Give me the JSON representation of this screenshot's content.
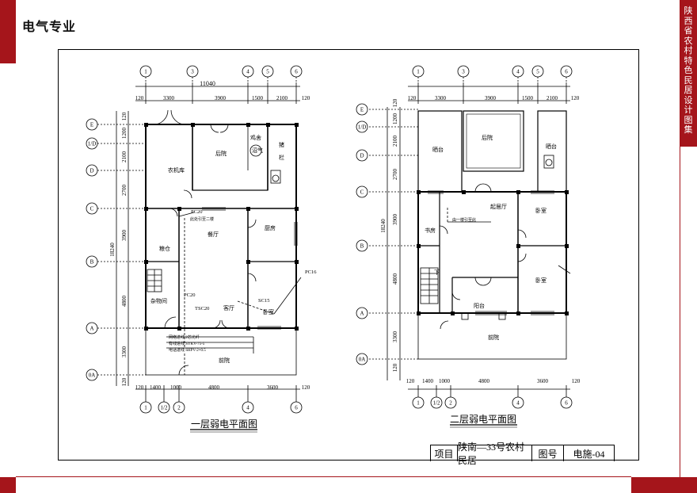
{
  "header": {
    "title": "电气专业",
    "side_label": "陕西省农村特色民居设计图集"
  },
  "colors": {
    "accent": "#a5151b"
  },
  "plan1": {
    "caption": "一层弱电平面图",
    "top_dims": [
      "120",
      "3300",
      "3900",
      "1500",
      "2100",
      "120"
    ],
    "total_width": "11040",
    "bottom_dims": [
      "120",
      "1400",
      "1000",
      "4800",
      "3600",
      "120"
    ],
    "left_dims": [
      "120",
      "1200",
      "2100",
      "2700",
      "3900",
      "4800",
      "3300",
      "120"
    ],
    "total_height": "18240",
    "col_axes": [
      "1",
      "3",
      "4",
      "5",
      "6"
    ],
    "bottom_axes": [
      "1",
      "1/2",
      "2",
      "4",
      "6"
    ],
    "row_axes": [
      "E",
      "1/D",
      "D",
      "C",
      "B",
      "A",
      "0A"
    ],
    "rooms": {
      "garage": "农机库",
      "backyard": "后院",
      "coop": "鸡舍",
      "biogas": "沼气",
      "pigpen": "猪",
      "pigpen2": "栏",
      "granary": "粮仓",
      "dining": "餐厅",
      "kitchen": "厨房",
      "storage": "杂物间",
      "living": "客厅",
      "bedroom": "卧室",
      "frontyard": "前院"
    },
    "annotations": {
      "pc20_top": "PC20",
      "pc20_note": "此处引至二楼",
      "pc16": "PC16",
      "pc20_mid": "PC20",
      "tsc20": "TSC20",
      "sc15": "SC15",
      "cable1": "网络进线   2芯光纤",
      "cable2": "有线进线  SYKV-75-5",
      "cable3": "电话进线  SHPV-2×0.5"
    }
  },
  "plan2": {
    "caption": "二层弱电平面图",
    "top_dims": [
      "120",
      "3300",
      "3900",
      "1500",
      "2100",
      "120"
    ],
    "bottom_dims": [
      "120",
      "1400",
      "1000",
      "4800",
      "3600",
      "120"
    ],
    "left_dims": [
      "120",
      "1200",
      "2100",
      "2700",
      "3900",
      "4800",
      "3300",
      "120"
    ],
    "total_height": "18240",
    "col_axes": [
      "1",
      "3",
      "4",
      "5",
      "6"
    ],
    "bottom_axes": [
      "1",
      "1/2",
      "2",
      "4",
      "6"
    ],
    "row_axes": [
      "E",
      "1/D",
      "D",
      "C",
      "B",
      "A",
      "0A"
    ],
    "rooms": {
      "drying_left": "晒台",
      "backyard": "后院",
      "drying_right": "晒台",
      "living_up": "起居厅",
      "study": "书房",
      "bedroom1": "卧室",
      "bedroom2": "卧室",
      "balcony": "阳台",
      "frontyard": "前院",
      "down": "下"
    },
    "annotations": {
      "from_first": "由一楼引至此"
    }
  },
  "title_block": {
    "project_label": "项目",
    "project_name": "陕南—33号农村民居",
    "drawing_no_label": "图号",
    "drawing_no": "电施-04"
  }
}
